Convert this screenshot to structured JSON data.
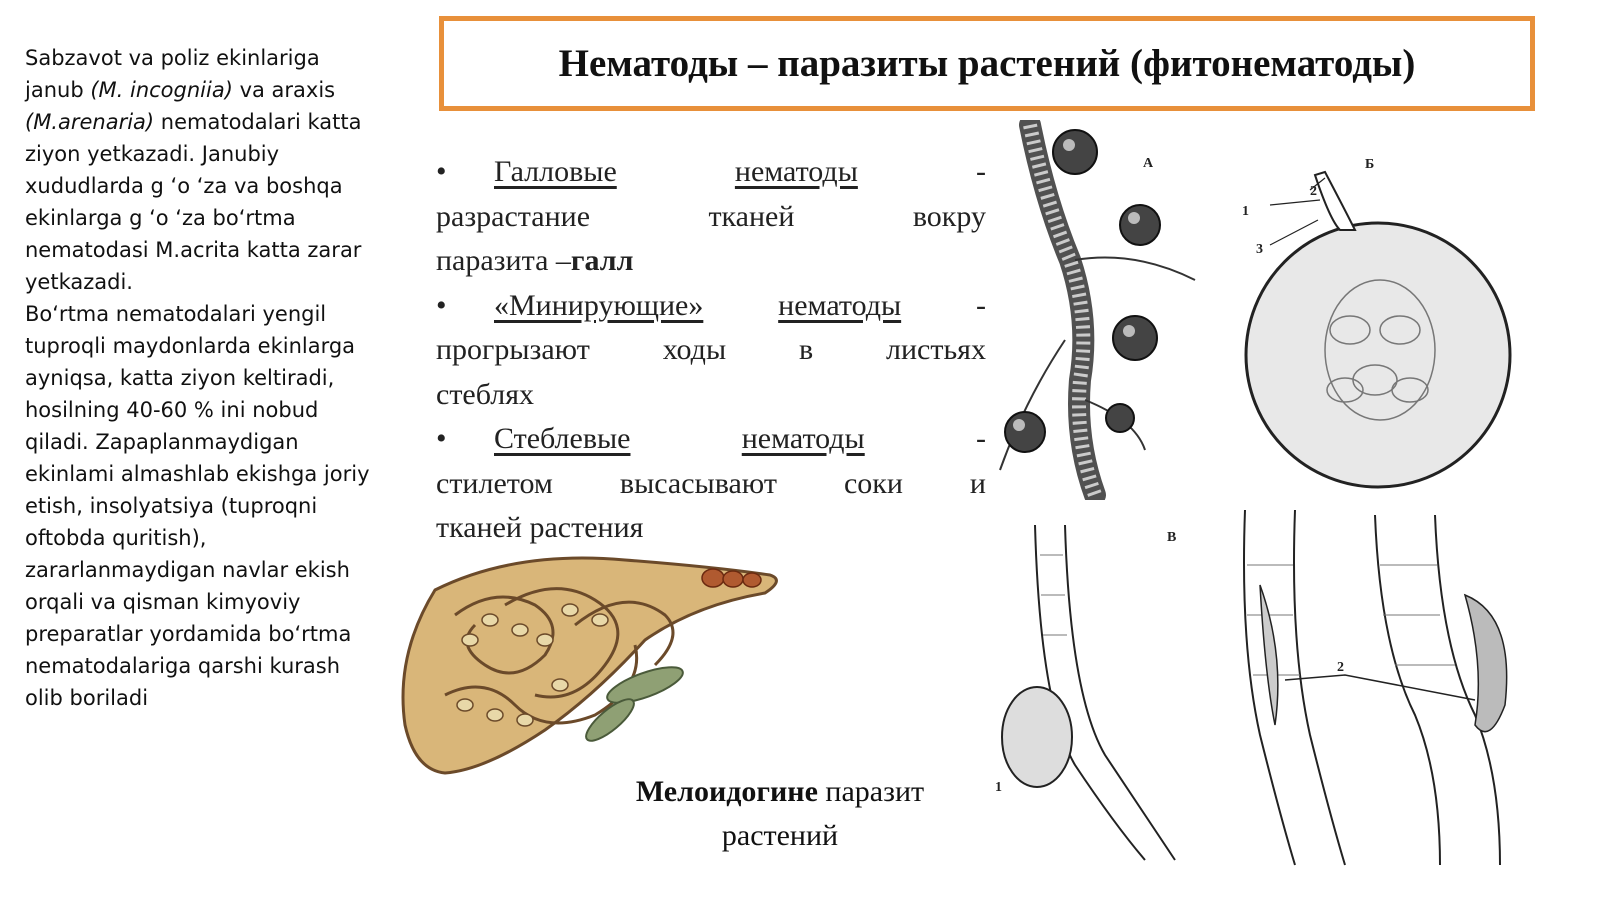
{
  "sidebar": {
    "paragraphs": [
      {
        "before": "Sabzavot va poliz ekinlariga janub ",
        "italic1": "(M. incogniia)",
        "middle": " va araxis ",
        "italic2": "(M.arenaria)",
        "after": " nematodalari katta ziyon yetkazadi. Janubiy xududlarda g ʻo ʻza va boshqa ekinlarga g ʻo ʻza boʻrtma nematodasi M.acrita katta zarar yetkazadi."
      },
      {
        "text": "Boʻrtma nematodalari yengil tuproqli maydonlarda ekinlarga ayniqsa, katta ziyon keltiradi, hosilning 40-60 % ini nobud qiladi. Zapaplanmaydigan ekinlami almashlab ekishga joriy etish, insolyatsiya (tuproqni oftobda quritish), zararlanmaydigan navlar ekish orqali va qisman kimyoviy preparatlar yordamida boʻrtma nematodalariga qarshi kurash olib boriladi"
      }
    ]
  },
  "slide": {
    "title": "Нематоды – паразиты растений (фитонематоды)",
    "bullets": [
      {
        "bullet": "•",
        "head_words": [
          "Галловые",
          "нематоды"
        ],
        "tail": "-",
        "lines": [
          [
            "разрастание",
            "тканей",
            "вокру"
          ],
          [
            "паразита – ",
            "галл"
          ]
        ]
      },
      {
        "bullet": "•",
        "head_words": [
          "«Минирующие»",
          "нематоды"
        ],
        "tail": "-",
        "lines": [
          [
            "прогрызают",
            "ходы",
            "в",
            "листьях"
          ],
          [
            "стеблях"
          ]
        ]
      },
      {
        "bullet": "•",
        "head_words": [
          "Стеблевые",
          "нематоды"
        ],
        "tail": "-",
        "lines": [
          [
            "стилетом",
            "высасывают",
            "соки",
            "и"
          ],
          [
            "тканей растения"
          ]
        ]
      }
    ],
    "caption_bold": "Мелоидогине",
    "caption_rest": " паразит растений",
    "figure_labels": {
      "a": "А",
      "b": "Б",
      "v": "В",
      "n1": "1",
      "n2": "2",
      "n3": "3"
    }
  },
  "colors": {
    "title_border": "#e8903a",
    "nematode_body": "#d9b679",
    "nematode_outline": "#6b4a2a",
    "nematode_inner": "#8fa074"
  }
}
